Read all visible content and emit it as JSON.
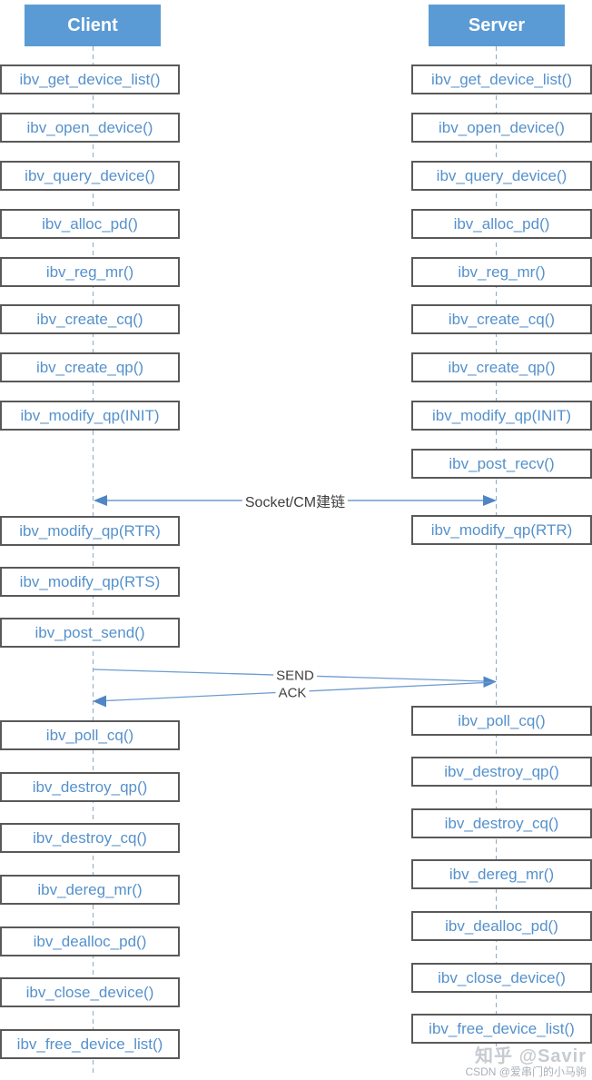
{
  "client": {
    "title": "Client",
    "calls": [
      "ibv_get_device_list()",
      "ibv_open_device()",
      "ibv_query_device()",
      "ibv_alloc_pd()",
      "ibv_reg_mr()",
      "ibv_create_cq()",
      "ibv_create_qp()",
      "ibv_modify_qp(INIT)",
      "ibv_modify_qp(RTR)",
      "ibv_modify_qp(RTS)",
      "ibv_post_send()",
      "ibv_poll_cq()",
      "ibv_destroy_qp()",
      "ibv_destroy_cq()",
      "ibv_dereg_mr()",
      "ibv_dealloc_pd()",
      "ibv_close_device()",
      "ibv_free_device_list()"
    ]
  },
  "server": {
    "title": "Server",
    "calls": [
      "ibv_get_device_list()",
      "ibv_open_device()",
      "ibv_query_device()",
      "ibv_alloc_pd()",
      "ibv_reg_mr()",
      "ibv_create_cq()",
      "ibv_create_qp()",
      "ibv_modify_qp(INIT)",
      "ibv_post_recv()",
      "ibv_modify_qp(RTR)",
      "ibv_poll_cq()",
      "ibv_destroy_qp()",
      "ibv_destroy_cq()",
      "ibv_dereg_mr()",
      "ibv_dealloc_pd()",
      "ibv_close_device()",
      "ibv_free_device_list()"
    ]
  },
  "messages": {
    "establish": "Socket/CM建链",
    "send": "SEND",
    "ack": "ACK"
  },
  "watermark": {
    "line1": "知乎 @Savir",
    "line2": "CSDN @爱串门的小马驹"
  },
  "colors": {
    "header_fill": "#5B9BD5",
    "box_border": "#595959",
    "call_text": "#5591CC",
    "arrow_line": "#6E9CCF",
    "arrow_head": "#4E86C6",
    "lifeline": "#90A7C0",
    "label_text": "#404040"
  }
}
